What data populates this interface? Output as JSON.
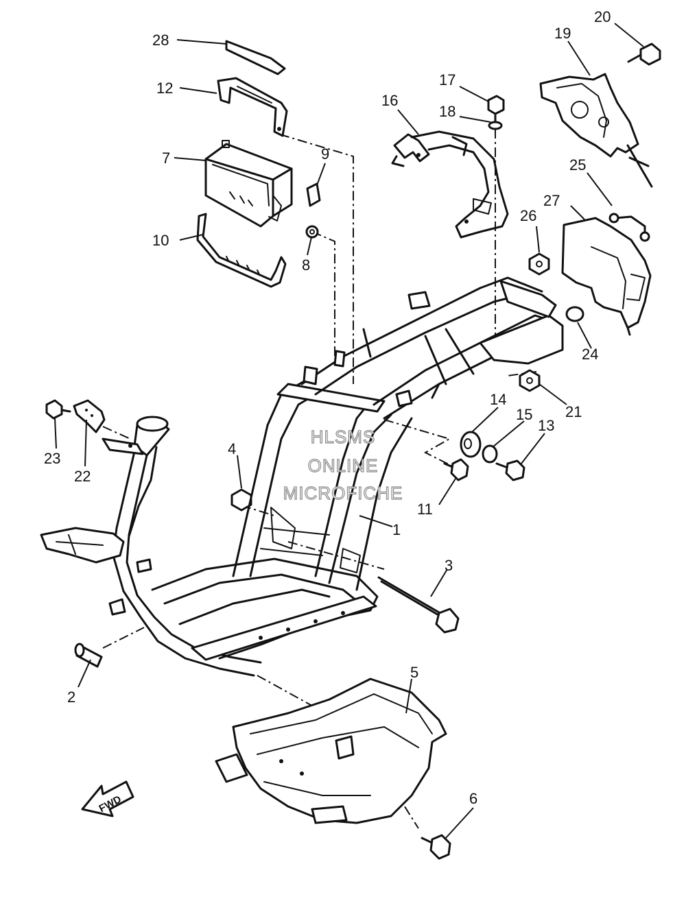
{
  "callouts": [
    {
      "id": "1",
      "label": "1"
    },
    {
      "id": "2",
      "label": "2"
    },
    {
      "id": "3",
      "label": "3"
    },
    {
      "id": "4",
      "label": "4"
    },
    {
      "id": "5",
      "label": "5"
    },
    {
      "id": "6",
      "label": "6"
    },
    {
      "id": "7",
      "label": "7"
    },
    {
      "id": "8",
      "label": "8"
    },
    {
      "id": "9",
      "label": "9"
    },
    {
      "id": "10",
      "label": "10"
    },
    {
      "id": "11",
      "label": "11"
    },
    {
      "id": "12",
      "label": "12"
    },
    {
      "id": "13",
      "label": "13"
    },
    {
      "id": "14",
      "label": "14"
    },
    {
      "id": "15",
      "label": "15"
    },
    {
      "id": "16",
      "label": "16"
    },
    {
      "id": "17",
      "label": "17"
    },
    {
      "id": "18",
      "label": "18"
    },
    {
      "id": "19",
      "label": "19"
    },
    {
      "id": "20",
      "label": "20"
    },
    {
      "id": "21",
      "label": "21"
    },
    {
      "id": "22",
      "label": "22"
    },
    {
      "id": "23",
      "label": "23"
    },
    {
      "id": "24",
      "label": "24"
    },
    {
      "id": "25",
      "label": "25"
    },
    {
      "id": "26",
      "label": "26"
    },
    {
      "id": "27",
      "label": "27"
    },
    {
      "id": "28",
      "label": "28"
    }
  ],
  "watermark": [
    "HLSMS",
    "ONLINE",
    "MICROFICHE"
  ],
  "direction_arrow": {
    "label": "FWD",
    "icon": "forward-arrow-icon"
  }
}
